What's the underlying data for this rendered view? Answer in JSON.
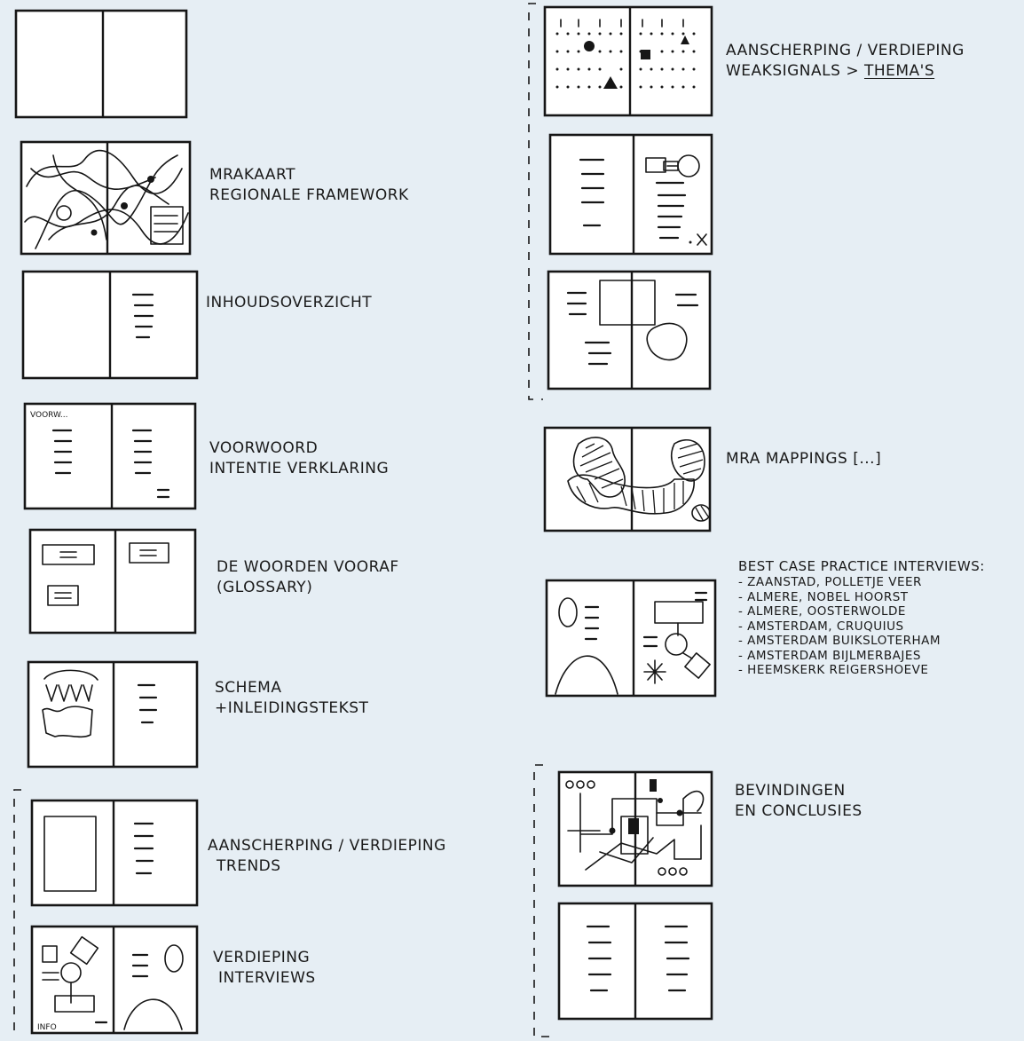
{
  "labels": {
    "mra_map": [
      "MRAKAART",
      "REGIONALE FRAMEWORK"
    ],
    "contents": [
      "INHOUDSOVERZICHT"
    ],
    "foreword": [
      "VOORWOORD",
      "INTENTIE VERKLARING"
    ],
    "glossary": [
      "DE WOORDEN VOORAF",
      "(GLOSSARY)"
    ],
    "schema": [
      "SCHEMA",
      "+INLEIDINGSTEKST"
    ],
    "trends": [
      "AANSCHERPING / VERDIEPING",
      "TRENDS"
    ],
    "interviews": [
      "VERDIEPING",
      "INTERVIEWS"
    ],
    "weak_signals": [
      "AANSCHERPING / VERDIEPING",
      "WEAKSIGNALS > "
    ],
    "weak_signals_underlined": "THEMA'S",
    "mappings": [
      "MRA MAPPINGS [...]"
    ],
    "best_practice_title": "BEST CASE PRACTICE INTERVIEWS:",
    "best_practice_items": [
      "- ZAANSTAD, POLLETJE VEER",
      "- ALMERE, NOBEL HOORST",
      "- ALMERE, OOSTERWOLDE",
      "- AMSTERDAM, CRUQUIUS",
      "- AMSTERDAM BUIKSLOTERHAM",
      "- AMSTERDAM BIJLMERBAJES",
      "- HEEMSKERK REIGERSHOEVE"
    ],
    "findings": [
      "BEVINDINGEN",
      "EN CONCLUSIES"
    ]
  },
  "sketch_text": {
    "foreword_heading": "VOORW...",
    "info_tag": "INFO"
  },
  "colors": {
    "background": "#e6eef4",
    "ink": "#161616",
    "page": "#ffffff"
  }
}
